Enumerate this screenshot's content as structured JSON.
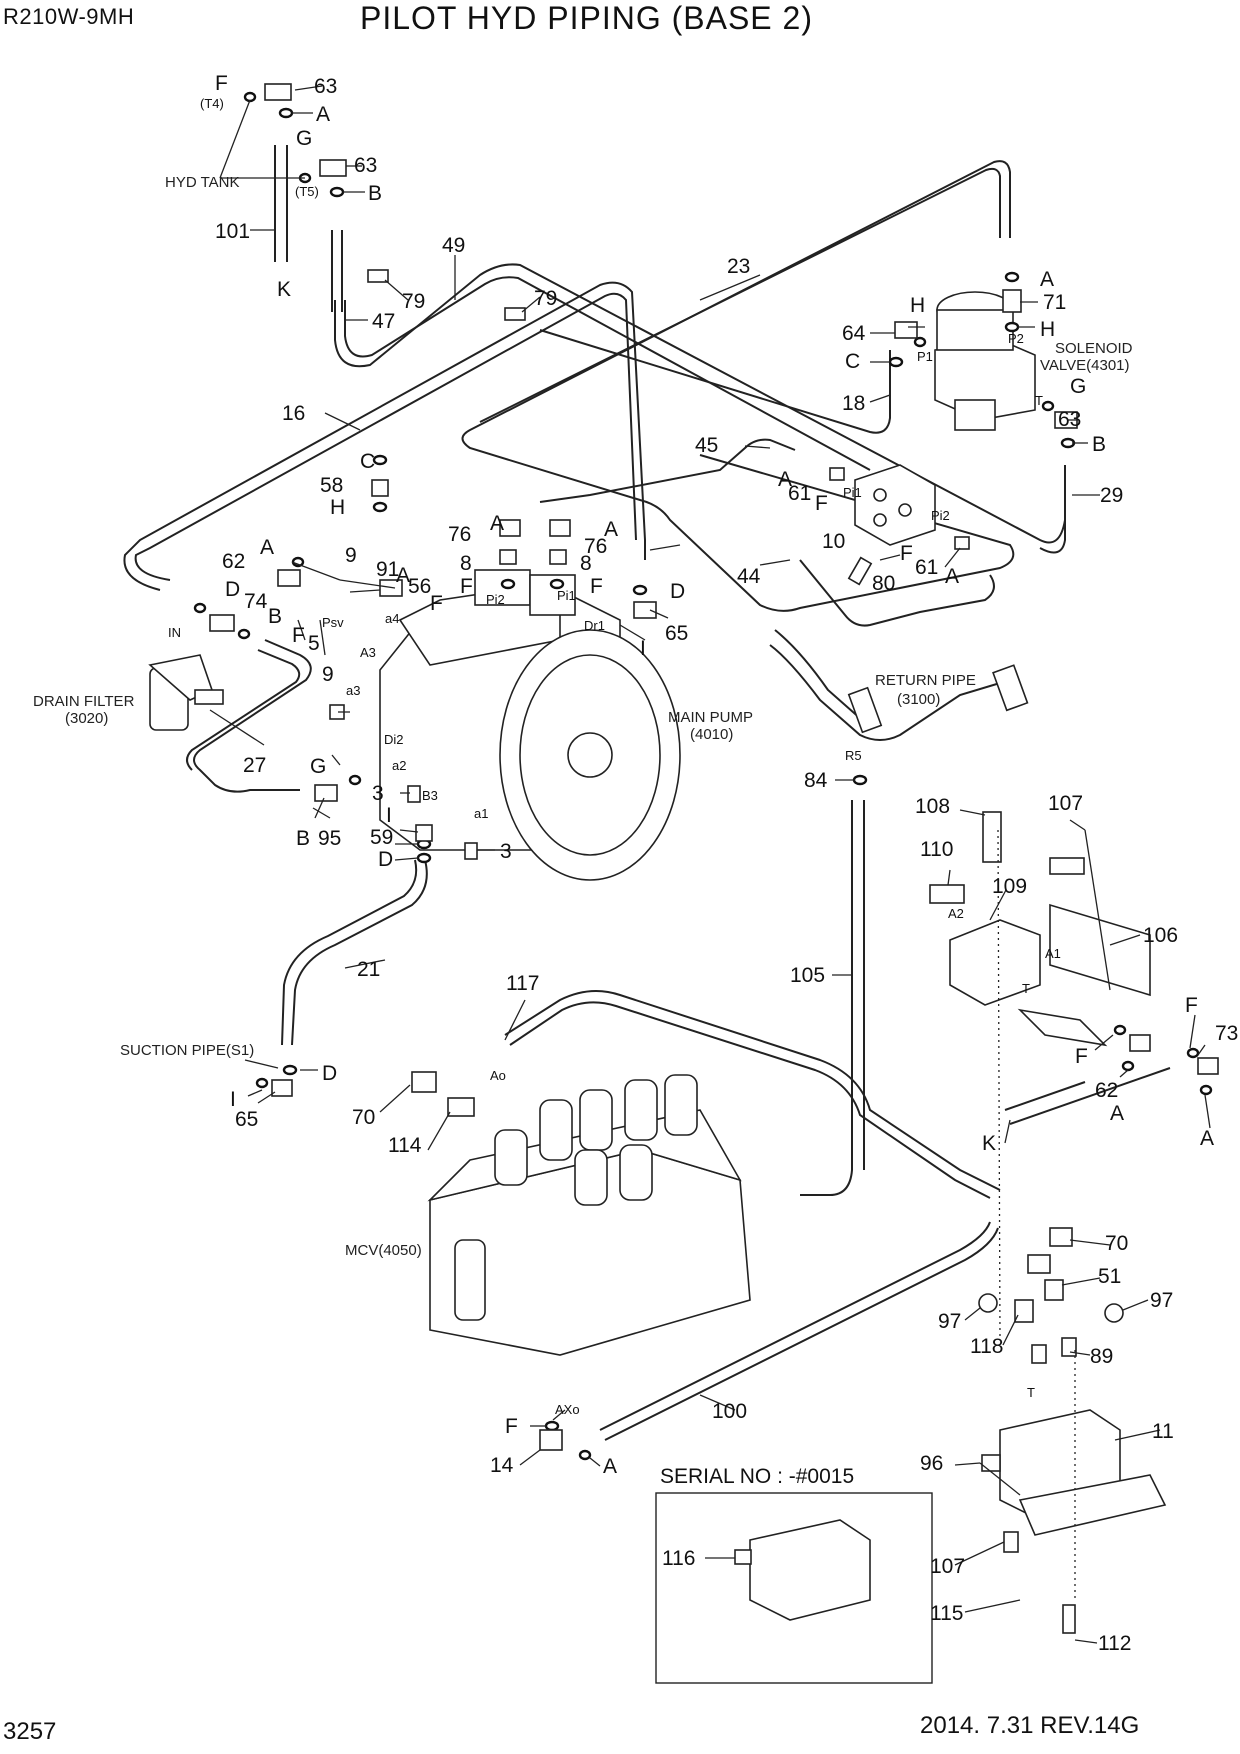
{
  "header": {
    "model": "R210W-9MH",
    "title": "PILOT HYD PIPING (BASE 2)"
  },
  "footer": {
    "sheet_number": "3257",
    "revision": "2014. 7.31  REV.14G"
  },
  "assemblies": {
    "hyd_tank": "HYD TANK",
    "solenoid_valve_line1": "SOLENOID",
    "solenoid_valve_line2": "VALVE(4301)",
    "drain_filter_line1": "DRAIN FILTER",
    "drain_filter_line2": "(3020)",
    "main_pump_line1": "MAIN PUMP",
    "main_pump_line2": "(4010)",
    "return_pipe_line1": "RETURN PIPE",
    "return_pipe_line2": "(3100)",
    "suction_pipe": "SUCTION PIPE(S1)",
    "mcv": "MCV(4050)",
    "serial_no": "SERIAL NO : -#0015"
  },
  "part_numbers": {
    "p3": "3",
    "p5": "5",
    "p8": "8",
    "p9": "9",
    "p10": "10",
    "p11": "11",
    "p14": "14",
    "p16": "16",
    "p18": "18",
    "p21": "21",
    "p23": "23",
    "p27": "27",
    "p29": "29",
    "p44": "44",
    "p45": "45",
    "p47": "47",
    "p49": "49",
    "p51": "51",
    "p56": "56",
    "p58": "58",
    "p59": "59",
    "p61": "61",
    "p62": "62",
    "p63": "63",
    "p64": "64",
    "p65": "65",
    "p70": "70",
    "p71": "71",
    "p73": "73",
    "p74": "74",
    "p76": "76",
    "p79": "79",
    "p80": "80",
    "p84": "84",
    "p89": "89",
    "p91": "91",
    "p95": "95",
    "p96": "96",
    "p97": "97",
    "p100": "100",
    "p101": "101",
    "p105": "105",
    "p106": "106",
    "p107": "107",
    "p108": "108",
    "p109": "109",
    "p110": "110",
    "p112": "112",
    "p114": "114",
    "p115": "115",
    "p116": "116",
    "p117": "117",
    "p118": "118"
  },
  "connection_letters": {
    "A": "A",
    "B": "B",
    "C": "C",
    "D": "D",
    "F": "F",
    "G": "G",
    "H": "H",
    "I": "I",
    "K": "K"
  },
  "port_labels": {
    "t4": "(T4)",
    "t5": "(T5)",
    "p1": "P1",
    "p2": "P2",
    "t": "T",
    "pi1": "Pi1",
    "pi2": "Pi2",
    "psv": "Psv",
    "a4": "a4",
    "a3_upper": "A3",
    "a3_lower": "a3",
    "dr1": "Dr1",
    "di2": "Di2",
    "a2": "a2",
    "a1": "a1",
    "b3": "B3",
    "in": "IN",
    "r5": "R5",
    "a2_upper": "A2",
    "a1_upper": "A1",
    "ao": "Ao",
    "axo": "AXo"
  }
}
